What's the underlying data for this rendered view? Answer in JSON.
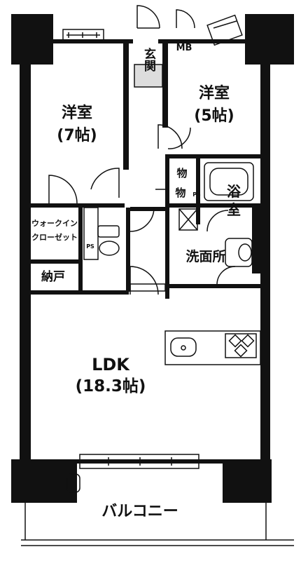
{
  "rooms": {
    "entrance": "玄関",
    "mb": "MB",
    "western1_name": "洋室",
    "western1_size": "(7帖)",
    "western2_name": "洋室",
    "western2_size": "(5帖)",
    "storage1": "物",
    "storage2": "物",
    "ps_small": "PS",
    "bath_line1": "浴",
    "bath_line2": "室",
    "walkin_line1": "ウォークイン",
    "walkin_line2": "クローゼット",
    "ps_toilet": "PS",
    "washroom": "洗面所",
    "storeroom": "納戸",
    "ldk_name": "LDK",
    "ldk_size": "(18.3帖)",
    "balcony": "バルコニー"
  }
}
